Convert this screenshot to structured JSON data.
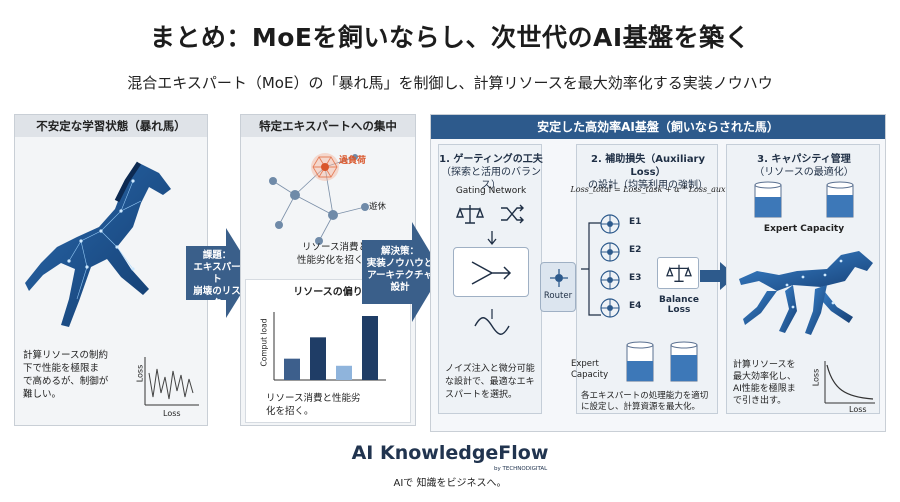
{
  "title": "まとめ：MoEを飼いならし、次世代のAI基盤を築く",
  "subtitle": "混合エキスパート（MoE）の「暴れ馬」を制御し、計算リソースを最大効率化する実装ノウハウ",
  "panel1": {
    "header": "不安定な学習状態（暴れ馬）",
    "caption": [
      "計算リソースの制約",
      "下で性能を極限ま",
      "で高めるが、制御が",
      "難しい。"
    ],
    "axis_y": "Loss",
    "axis_x": "Loss"
  },
  "arrow1": {
    "lines": [
      "課題：",
      "エキスパート",
      "崩壊のリスク"
    ]
  },
  "panel2": {
    "header": "特定エキスパートへの集中",
    "overload": "過負荷",
    "idle": "遊休",
    "caption_top": [
      "リソース消費と",
      "性能劣化を招く。"
    ],
    "sub_header": "リソースの偏り",
    "axis_y": "Comput load",
    "caption_bottom": [
      "リソース消費と性能劣",
      "化を招く。"
    ]
  },
  "arrow2": {
    "lines": [
      "解決策：",
      "実装ノウハウと",
      "アーキテクチャ",
      "設計"
    ]
  },
  "panel3": {
    "header": "安定した高効率AI基盤（飼いならされた馬）",
    "col1": {
      "header": [
        "1. ゲーティングの工夫",
        "（探索と活用のバランス）"
      ],
      "gating": "Gating Network",
      "caption": [
        "ノイズ注入と微分可能",
        "な設計で、最適なエキ",
        "スパートを選択。"
      ]
    },
    "router": "Router",
    "col2": {
      "header": [
        "2. 補助損失（Auxiliary Loss）",
        "の設計（均等利用の強制）"
      ],
      "formula": "Loss_total = Loss_task + α * Loss_aux",
      "experts": [
        "E1",
        "E2",
        "E3",
        "E4"
      ],
      "balance": [
        "Balance",
        "Loss"
      ],
      "capacity": [
        "Expert",
        "Capacity"
      ],
      "caption": [
        "各エキスパートの処理能力を適切",
        "に設定し、計算資源を最大化。"
      ]
    },
    "col3": {
      "header": [
        "3. キャパシティ管理",
        "（リソースの最適化）"
      ],
      "capacity": "Expert Capacity",
      "caption": [
        "計算リソースを",
        "最大効率化し、",
        "AI性能を極限ま",
        "で引き出す。"
      ],
      "axis_y": "Loss",
      "axis_x": "Loss"
    }
  },
  "bar_chart": {
    "type": "bar",
    "values": [
      3,
      6,
      2,
      9
    ]
  },
  "brand": "AI KnowledgeFlow",
  "brand_sub": "by TECHNODIGITAL",
  "tagline": "AIで 知識をビジネスへ。",
  "colors": {
    "accent": "#2d5a8c",
    "arrow": "#3a5f8a",
    "overload": "#d9562b"
  }
}
